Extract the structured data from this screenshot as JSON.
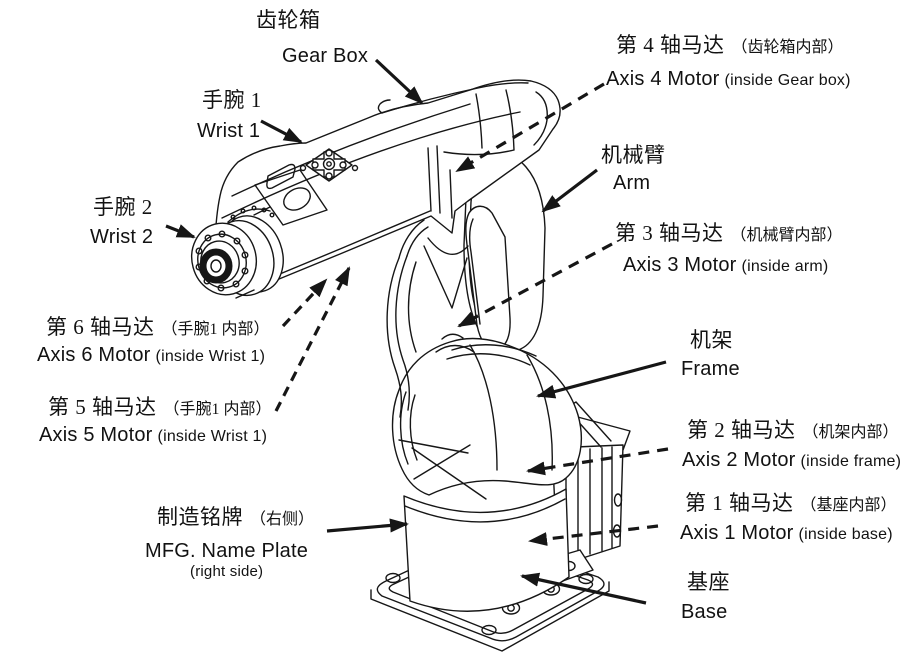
{
  "colors": {
    "ink": "#161616",
    "background": "#ffffff"
  },
  "labels": {
    "gear_box": {
      "cjk": "齿轮箱",
      "en": "Gear Box"
    },
    "wrist_1": {
      "cjk": "手腕 1",
      "en": "Wrist 1"
    },
    "wrist_2": {
      "cjk": "手腕 2",
      "en": "Wrist 2"
    },
    "axis_6": {
      "cjk": "第 6 轴马达",
      "cjk_note": "（手腕1 内部）",
      "en": "Axis 6 Motor",
      "en_note": "(inside Wrist 1)"
    },
    "axis_5": {
      "cjk": "第 5 轴马达",
      "cjk_note": "（手腕1 内部）",
      "en": "Axis 5 Motor",
      "en_note": "(inside Wrist 1)"
    },
    "mfg_name_plate": {
      "cjk": "制造铭牌",
      "cjk_note": "（右侧）",
      "en": "MFG. Name Plate",
      "en_sub": "(right side)"
    },
    "axis_4": {
      "cjk": "第 4 轴马达",
      "cjk_note": "（齿轮箱内部）",
      "en": "Axis 4 Motor",
      "en_note": "(inside Gear box)"
    },
    "arm": {
      "cjk": "机械臂",
      "en": "Arm"
    },
    "axis_3": {
      "cjk": "第 3 轴马达",
      "cjk_note": "（机械臂内部）",
      "en": "Axis 3 Motor",
      "en_note": "(inside arm)"
    },
    "frame": {
      "cjk": "机架",
      "en": "Frame"
    },
    "axis_2": {
      "cjk": "第 2 轴马达",
      "cjk_note": "（机架内部）",
      "en": "Axis 2 Motor",
      "en_note": "(inside frame)"
    },
    "axis_1": {
      "cjk": "第 1 轴马达",
      "cjk_note": "（基座内部）",
      "en": "Axis 1 Motor",
      "en_note": "(inside base)"
    },
    "base": {
      "cjk": "基座",
      "en": "Base"
    }
  },
  "arrows": [
    {
      "target": "gear_box",
      "style": "solid"
    },
    {
      "target": "wrist_1",
      "style": "solid"
    },
    {
      "target": "wrist_2",
      "style": "solid"
    },
    {
      "target": "mfg_name_plate",
      "style": "solid"
    },
    {
      "target": "arm",
      "style": "solid"
    },
    {
      "target": "frame",
      "style": "solid"
    },
    {
      "target": "base",
      "style": "solid"
    },
    {
      "target": "axis_4",
      "style": "dashed"
    },
    {
      "target": "axis_3",
      "style": "dashed"
    },
    {
      "target": "axis_2",
      "style": "dashed"
    },
    {
      "target": "axis_1",
      "style": "dashed"
    },
    {
      "target": "axis_6",
      "style": "dashed"
    },
    {
      "target": "axis_5",
      "style": "dashed"
    }
  ]
}
